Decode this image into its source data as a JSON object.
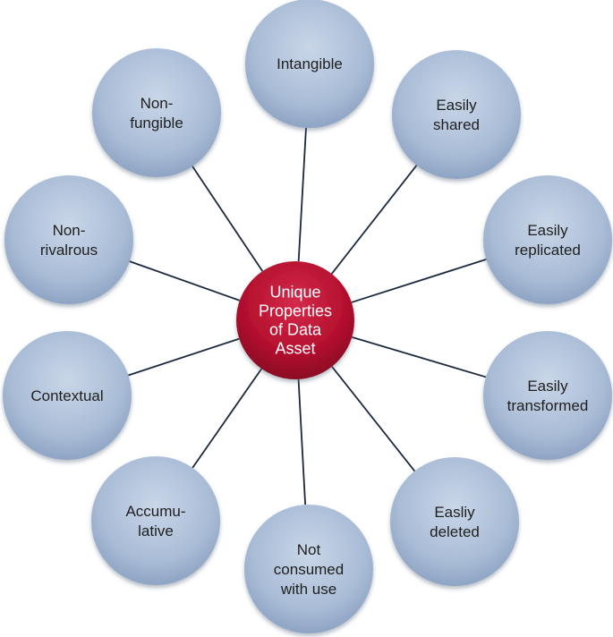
{
  "center": {
    "lines": [
      "Unique",
      "Properties",
      "of Data",
      "Asset"
    ],
    "color": "#b5102f"
  },
  "node_color": "#a9bcd6",
  "nodes": [
    {
      "id": "intangible",
      "lines": [
        "Intangible"
      ]
    },
    {
      "id": "easily-shared",
      "lines": [
        "Easily",
        "shared"
      ]
    },
    {
      "id": "easily-replicated",
      "lines": [
        "Easily",
        "replicated"
      ]
    },
    {
      "id": "easily-transformed",
      "lines": [
        "Easily",
        "transformed"
      ]
    },
    {
      "id": "easliy-deleted",
      "lines": [
        "Easliy",
        "deleted"
      ]
    },
    {
      "id": "not-consumed-with-use",
      "lines": [
        "Not",
        "consumed",
        "with use"
      ]
    },
    {
      "id": "accumulative",
      "lines": [
        "Accumu-",
        "lative"
      ]
    },
    {
      "id": "contextual",
      "lines": [
        "Contextual"
      ]
    },
    {
      "id": "non-rivalrous",
      "lines": [
        "Non-",
        "rivalrous"
      ]
    },
    {
      "id": "non-fungible",
      "lines": [
        "Non-",
        "fungible"
      ]
    }
  ]
}
